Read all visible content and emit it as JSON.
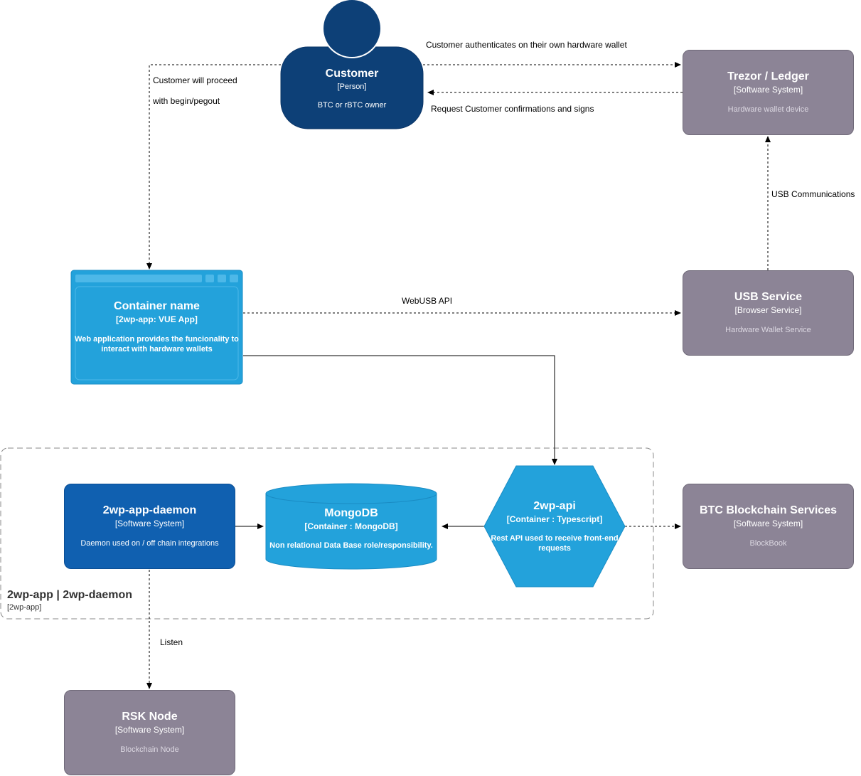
{
  "customer": {
    "title": "Customer",
    "type": "[Person]",
    "description": "BTC or rBTC owner"
  },
  "trezor": {
    "title": "Trezor / Ledger",
    "type": "[Software System]",
    "description": "Hardware wallet device"
  },
  "container": {
    "title": "Container name",
    "type": "[2wp-app: VUE App]",
    "description": "Web application provides the funcionality to interact with hardware wallets"
  },
  "usb_service": {
    "title": "USB Service",
    "type": "[Browser Service]",
    "description": "Hardware Wallet Service"
  },
  "daemon": {
    "title": "2wp-app-daemon",
    "type": "[Software System]",
    "description": "Daemon used on / off chain integrations"
  },
  "mongodb": {
    "title": "MongoDB",
    "type": "[Container : MongoDB]",
    "description": "Non relational Data Base role/responsibility."
  },
  "api": {
    "title": "2wp-api",
    "type": "[Container : Typescript]",
    "description": "Rest API used to receive front-end requests"
  },
  "btc_services": {
    "title": "BTC Blockchain Services",
    "type": "[Software System]",
    "description": "BlockBook"
  },
  "rsk_node": {
    "title": "RSK Node",
    "type": "[Software System]",
    "description": "Blockchain Node"
  },
  "boundary": {
    "title": "2wp-app | 2wp-daemon",
    "subtitle": "[2wp-app]"
  },
  "edges": {
    "proceed_line1": "Customer will proceed",
    "proceed_line2": "with begin/pegout",
    "authenticates": "Customer authenticates on their own hardware wallet",
    "confirmations": "Request Customer confirmations and signs",
    "usb_comm": "USB Communications",
    "webusb": "WebUSB API",
    "listen": "Listen"
  },
  "colors": {
    "person": "#0d4077",
    "external_system": "#8c8496",
    "web_container": "#23a2db",
    "software_system": "#1060b0",
    "container": "#23a2db"
  }
}
